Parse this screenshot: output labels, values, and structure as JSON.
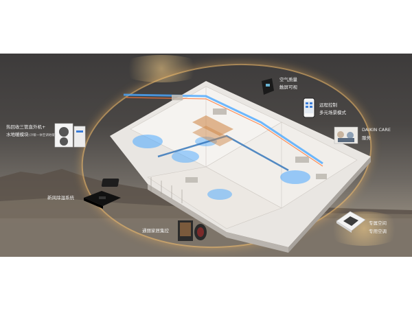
{
  "labels": {
    "outdoor_unit_line1": "热回收三管直外机+",
    "outdoor_unit_line2": "水地暖模块",
    "outdoor_unit_note": "(冷暖一体空调地暖)",
    "fresh_air": "新风除湿系统",
    "air_quality_line1": "空气质量",
    "air_quality_line2": "触屏可视",
    "remote_line1": "远程控制",
    "remote_line2": "多元场景模式",
    "care_line1": "DAIKIN CARE",
    "care_line2": "服务",
    "purifier": "通丽家居集控",
    "special_line1": "专属空间",
    "special_line2": "专用空调"
  },
  "colors": {
    "accent_glow": "#ffc46e",
    "cold_duct": "#4aa8ff",
    "hot_duct": "#ff7a3c",
    "background": "#4a4745"
  },
  "icons": [
    "outdoor-unit-icon",
    "fresh-air-unit-icon",
    "air-quality-panel-icon",
    "smartphone-icon",
    "care-service-icon",
    "purifier-icon",
    "ceiling-cassette-icon"
  ]
}
